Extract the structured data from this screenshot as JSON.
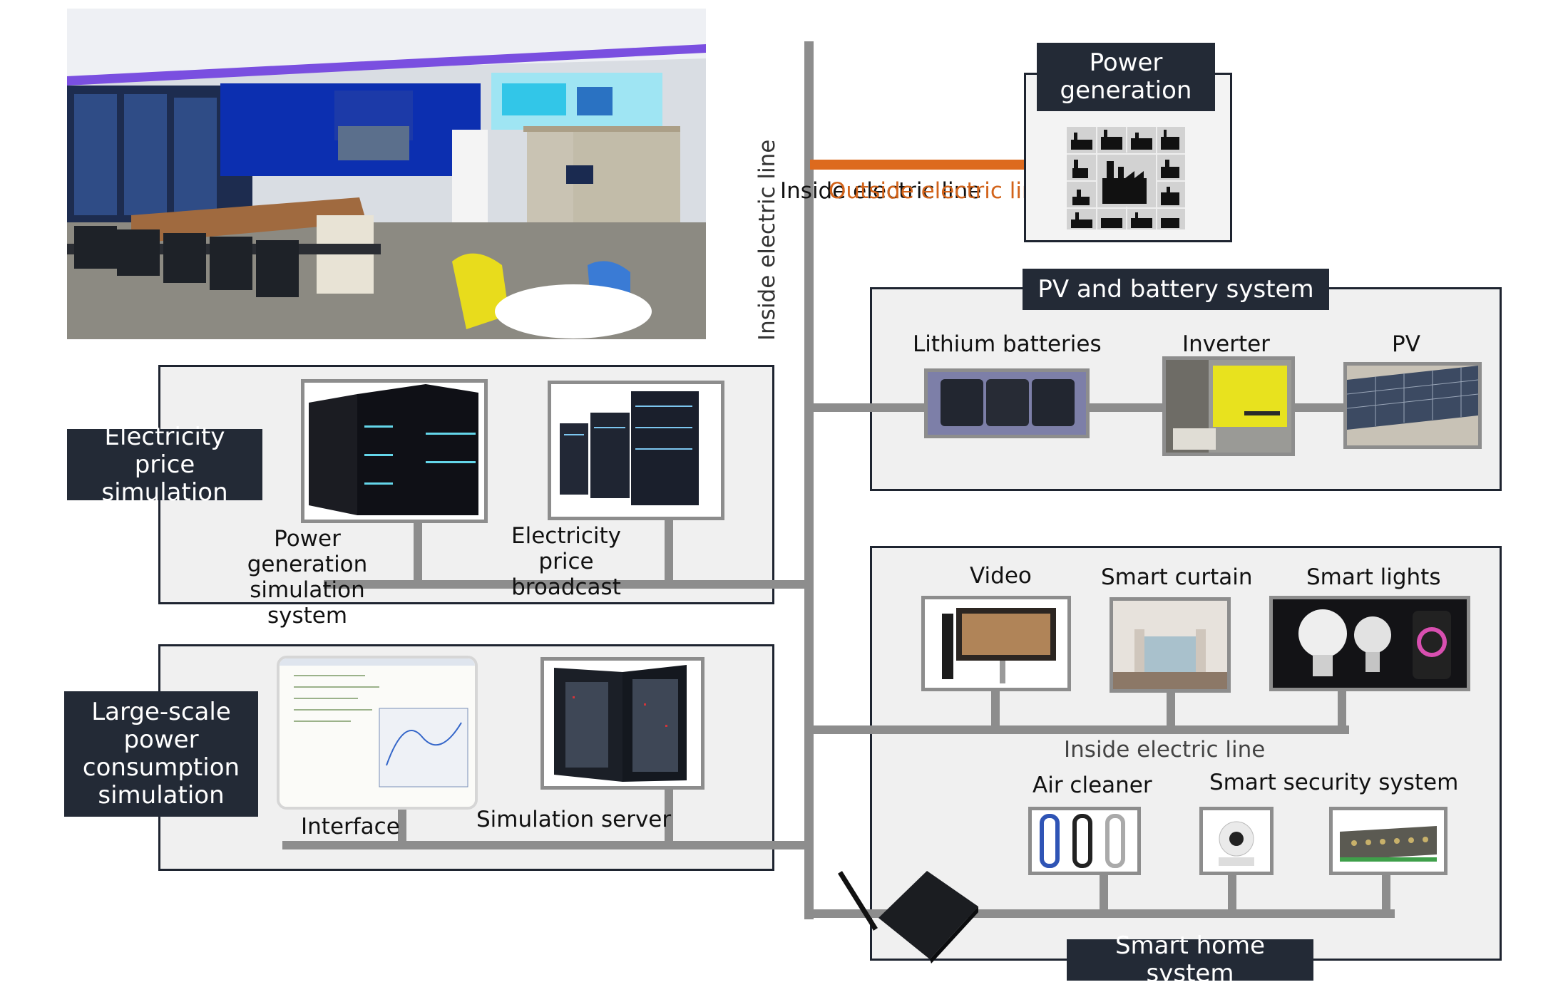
{
  "labels": {
    "inside_line_vertical": "Inside electric line",
    "outside_line": "Outside electric line",
    "inside_line_horizontal": "Inside electric line"
  },
  "power_generation": {
    "title": "Power\ngeneration"
  },
  "pv_battery": {
    "title": "PV and battery system",
    "items": [
      "Lithium batteries",
      "Inverter",
      "PV"
    ]
  },
  "price_sim": {
    "title": "Electricity price simulation",
    "items": [
      "Power generation simulation system",
      "Electricity price broadcast"
    ]
  },
  "consumption_sim": {
    "title": "Large-scale power consumption simulation",
    "items": [
      "Interface",
      "Simulation server"
    ]
  },
  "smart_home": {
    "title": "Smart home system",
    "items": [
      "Video",
      "Smart curtain",
      "Smart lights",
      "Air cleaner",
      "Smart security system"
    ]
  },
  "colors": {
    "badge_bg": "#232a36",
    "panel_bg": "#f0f0f0",
    "wire": "#8d8d8d",
    "outside_wire": "#dd6a1e"
  }
}
